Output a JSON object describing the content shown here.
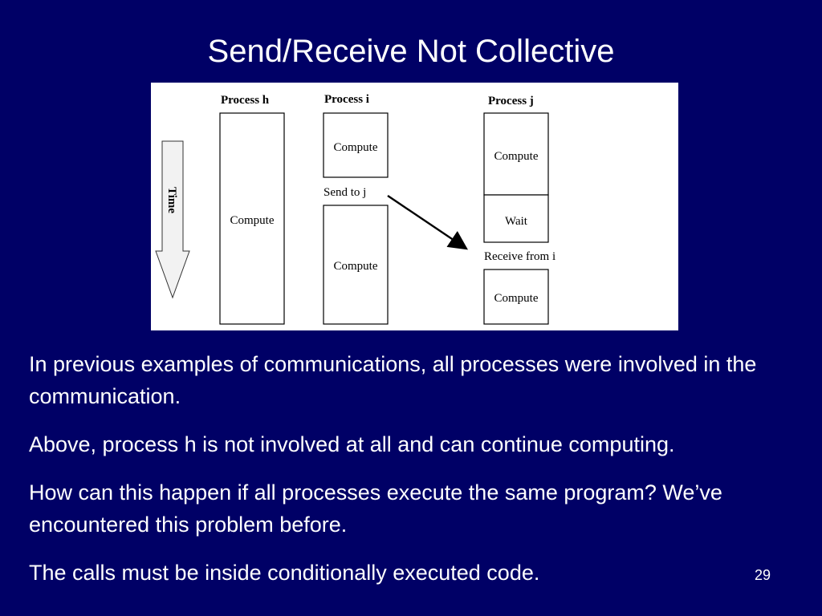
{
  "slide": {
    "title": "Send/Receive Not Collective",
    "page_number": "29",
    "colors": {
      "background": "#000066",
      "text": "#ffffff",
      "diagram_background": "#ffffff"
    }
  },
  "diagram": {
    "time_label": "Time",
    "processes": [
      {
        "header": "Process h",
        "blocks": [
          "Compute"
        ]
      },
      {
        "header": "Process i",
        "blocks": [
          "Compute",
          "Compute"
        ],
        "event": "Send to  j"
      },
      {
        "header": "Process j",
        "blocks": [
          "Compute",
          "Wait",
          "Compute"
        ],
        "event": "Receive from i"
      }
    ]
  },
  "paragraphs": [
    "In previous examples of communications, all processes were involved in the communication.",
    "Above, process h is not involved at all and can continue computing.",
    "How can this happen if all processes execute the same program? We’ve encountered this problem before.",
    "The calls must be inside conditionally executed code."
  ]
}
